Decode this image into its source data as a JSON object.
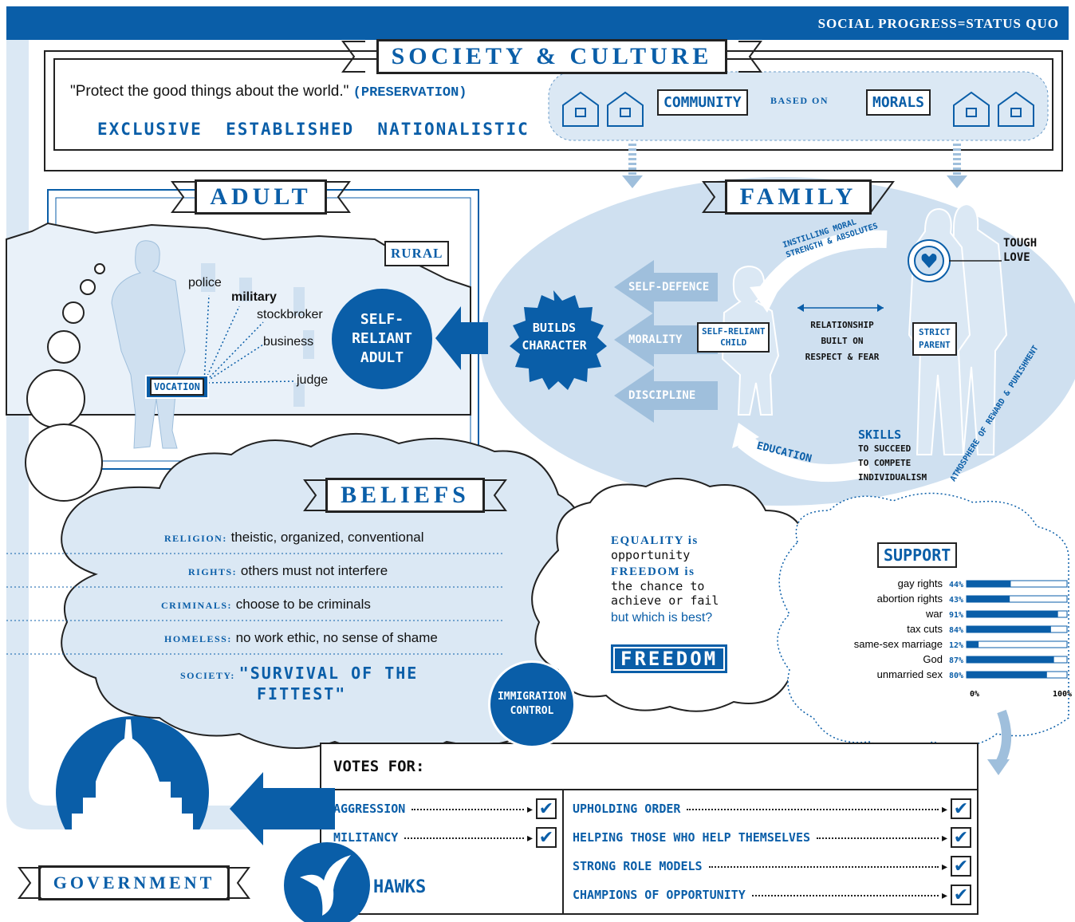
{
  "header": {
    "tagline": "SOCIAL PROGRESS=STATUS QUO"
  },
  "society": {
    "title": "SOCIETY & CULTURE",
    "quote": "\"Protect the good things about the world.\"",
    "quote_tag": "(PRESERVATION)",
    "traits": "EXCLUSIVE  ESTABLISHED  NATIONALISTIC",
    "community": "COMMUNITY",
    "based_on": "BASED ON",
    "morals": "MORALS"
  },
  "adult": {
    "title": "ADULT",
    "rural": "RURAL",
    "vocation": "VOCATION",
    "jobs": [
      "police",
      "military",
      "stockbroker",
      "business",
      "judge"
    ],
    "self_reliant_adult": [
      "SELF-",
      "RELIANT",
      "ADULT"
    ]
  },
  "family": {
    "title": "FAMILY",
    "builds_character": [
      "BUILDS",
      "CHARACTER"
    ],
    "arrows": [
      "SELF-DEFENCE",
      "MORALITY",
      "DISCIPLINE"
    ],
    "child": [
      "SELF-RELIANT",
      "CHILD"
    ],
    "relationship": [
      "RELATIONSHIP",
      "BUILT ON",
      "RESPECT & FEAR"
    ],
    "parent": [
      "STRICT",
      "PARENT"
    ],
    "tough_love": [
      "TOUGH",
      "LOVE"
    ],
    "instilling": [
      "INSTILLING MORAL",
      "STRENGTH & ABSOLUTES"
    ],
    "education": "EDUCATION",
    "skills": "SKILLS",
    "skills_list": [
      "TO SUCCEED",
      "TO COMPETE",
      "INDIVIDUALISM"
    ],
    "atmosphere": "ATMOSPHERE OF REWARD & PUNISHMENT"
  },
  "beliefs": {
    "title": "BELIEFS",
    "items": [
      {
        "key": "RELIGION:",
        "value": "theistic, organized, conventional"
      },
      {
        "key": "RIGHTS:",
        "value": "others must not interfere"
      },
      {
        "key": "CRIMINALS:",
        "value": "choose to be criminals"
      },
      {
        "key": "HOMELESS:",
        "value": "no work ethic, no sense of shame"
      },
      {
        "key": "SOCIETY:",
        "value": "\"SURVIVAL OF THE"
      }
    ],
    "society_line2": "FITTEST\"",
    "immigration": [
      "IMMIGRATION",
      "CONTROL"
    ]
  },
  "values": {
    "equality_key": "EQUALITY is",
    "equality_val": "opportunity",
    "freedom_key": "FREEDOM is",
    "freedom_val1": "the chance to",
    "freedom_val2": "achieve or fail",
    "question": "but which is best?",
    "answer": "FREEDOM"
  },
  "chart_data": {
    "type": "bar",
    "title": "SUPPORT",
    "categories": [
      "gay rights",
      "abortion rights",
      "war",
      "tax cuts",
      "same-sex marriage",
      "God",
      "unmarried sex"
    ],
    "values": [
      44,
      43,
      91,
      84,
      12,
      87,
      80
    ],
    "value_labels": [
      "44%",
      "43%",
      "91%",
      "84%",
      "12%",
      "87%",
      "80%"
    ],
    "xlim": [
      0,
      100
    ],
    "xticks": [
      "0%",
      "100%"
    ]
  },
  "votes": {
    "heading": "VOTES FOR:",
    "left": [
      "AGGRESSION",
      "MILITANCY"
    ],
    "right": [
      "UPHOLDING ORDER",
      "HELPING THOSE WHO HELP THEMSELVES",
      "STRONG ROLE MODELS",
      "CHAMPIONS OF OPPORTUNITY"
    ],
    "hawks": "HAWKS"
  },
  "government": {
    "title": "GOVERNMENT"
  },
  "colors": {
    "blue": "#0a5ea8",
    "light": "#dbe8f4",
    "mid": "#b8d0e8"
  }
}
